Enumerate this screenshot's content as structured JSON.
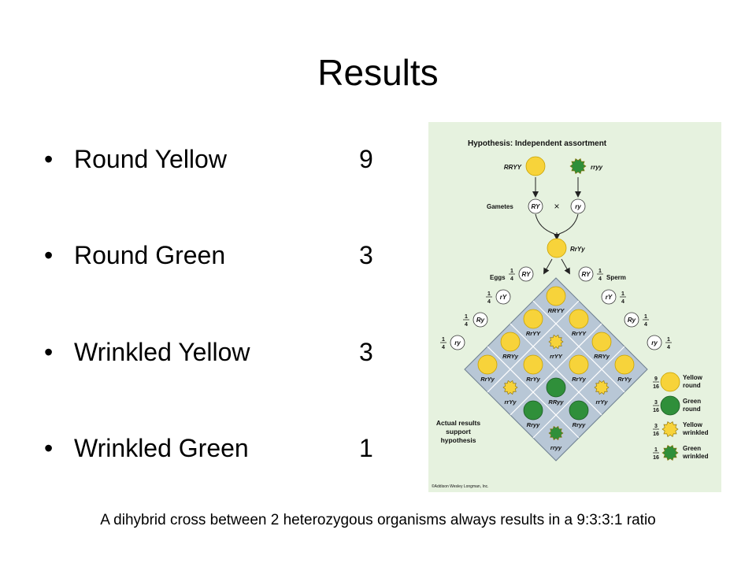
{
  "slide": {
    "title": "Results",
    "caption": "A dihybrid cross between 2 heterozygous organisms always results in a 9:3:3:1 ratio"
  },
  "bullets": [
    {
      "label": "Round Yellow",
      "count": "9"
    },
    {
      "label": "Round Green",
      "count": "3"
    },
    {
      "label": "Wrinkled Yellow",
      "count": "3"
    },
    {
      "label": "Wrinkled Green",
      "count": "1"
    }
  ],
  "figure": {
    "heading": "Hypothesis: Independent assortment",
    "parent1": "RRYY",
    "parent2": "rryy",
    "gametes_label": "Gametes",
    "gamete1": "RY",
    "cross_symbol": "×",
    "gamete2": "ry",
    "f1": "RrYy",
    "eggs_label": "Eggs",
    "sperm_label": "Sperm",
    "fraction": {
      "num": "1",
      "den": "4"
    },
    "egg_gametes": [
      "RY",
      "rY",
      "Ry",
      "ry"
    ],
    "sperm_gametes": [
      "RY",
      "rY",
      "Ry",
      "ry"
    ],
    "grid_genotypes": [
      [
        "RRYY",
        "RrYY",
        "RRYy",
        "RrYy"
      ],
      [
        "RrYY",
        "rrYY",
        "RrYy",
        "rrYy"
      ],
      [
        "RRYy",
        "RrYy",
        "RRyy",
        "Rryy"
      ],
      [
        "RrYy",
        "rrYy",
        "Rryy",
        "rryy"
      ]
    ],
    "results_label": [
      "Actual results",
      "support",
      "hypothesis"
    ],
    "legend": [
      {
        "num": "9",
        "den": "16",
        "line1": "Yellow",
        "line2": "round",
        "pea": "yellow-round-pea-icon"
      },
      {
        "num": "3",
        "den": "16",
        "line1": "Green",
        "line2": "round",
        "pea": "green-round-pea-icon"
      },
      {
        "num": "3",
        "den": "16",
        "line1": "Yellow",
        "line2": "wrinkled",
        "pea": "yellow-wrinkled-pea-icon"
      },
      {
        "num": "1",
        "den": "16",
        "line1": "Green",
        "line2": "wrinkled",
        "pea": "green-wrinkled-pea-icon"
      }
    ],
    "copyright": "©Addison Wesley Longman, Inc."
  },
  "colors": {
    "figure_bg": "#e6f2df",
    "grid_cell": "#b8c7d6",
    "grid_line": "#ffffff",
    "pea_yellow": "#f7d33a",
    "pea_green": "#2f8f3a",
    "gamete_circle": "#ffffff"
  }
}
